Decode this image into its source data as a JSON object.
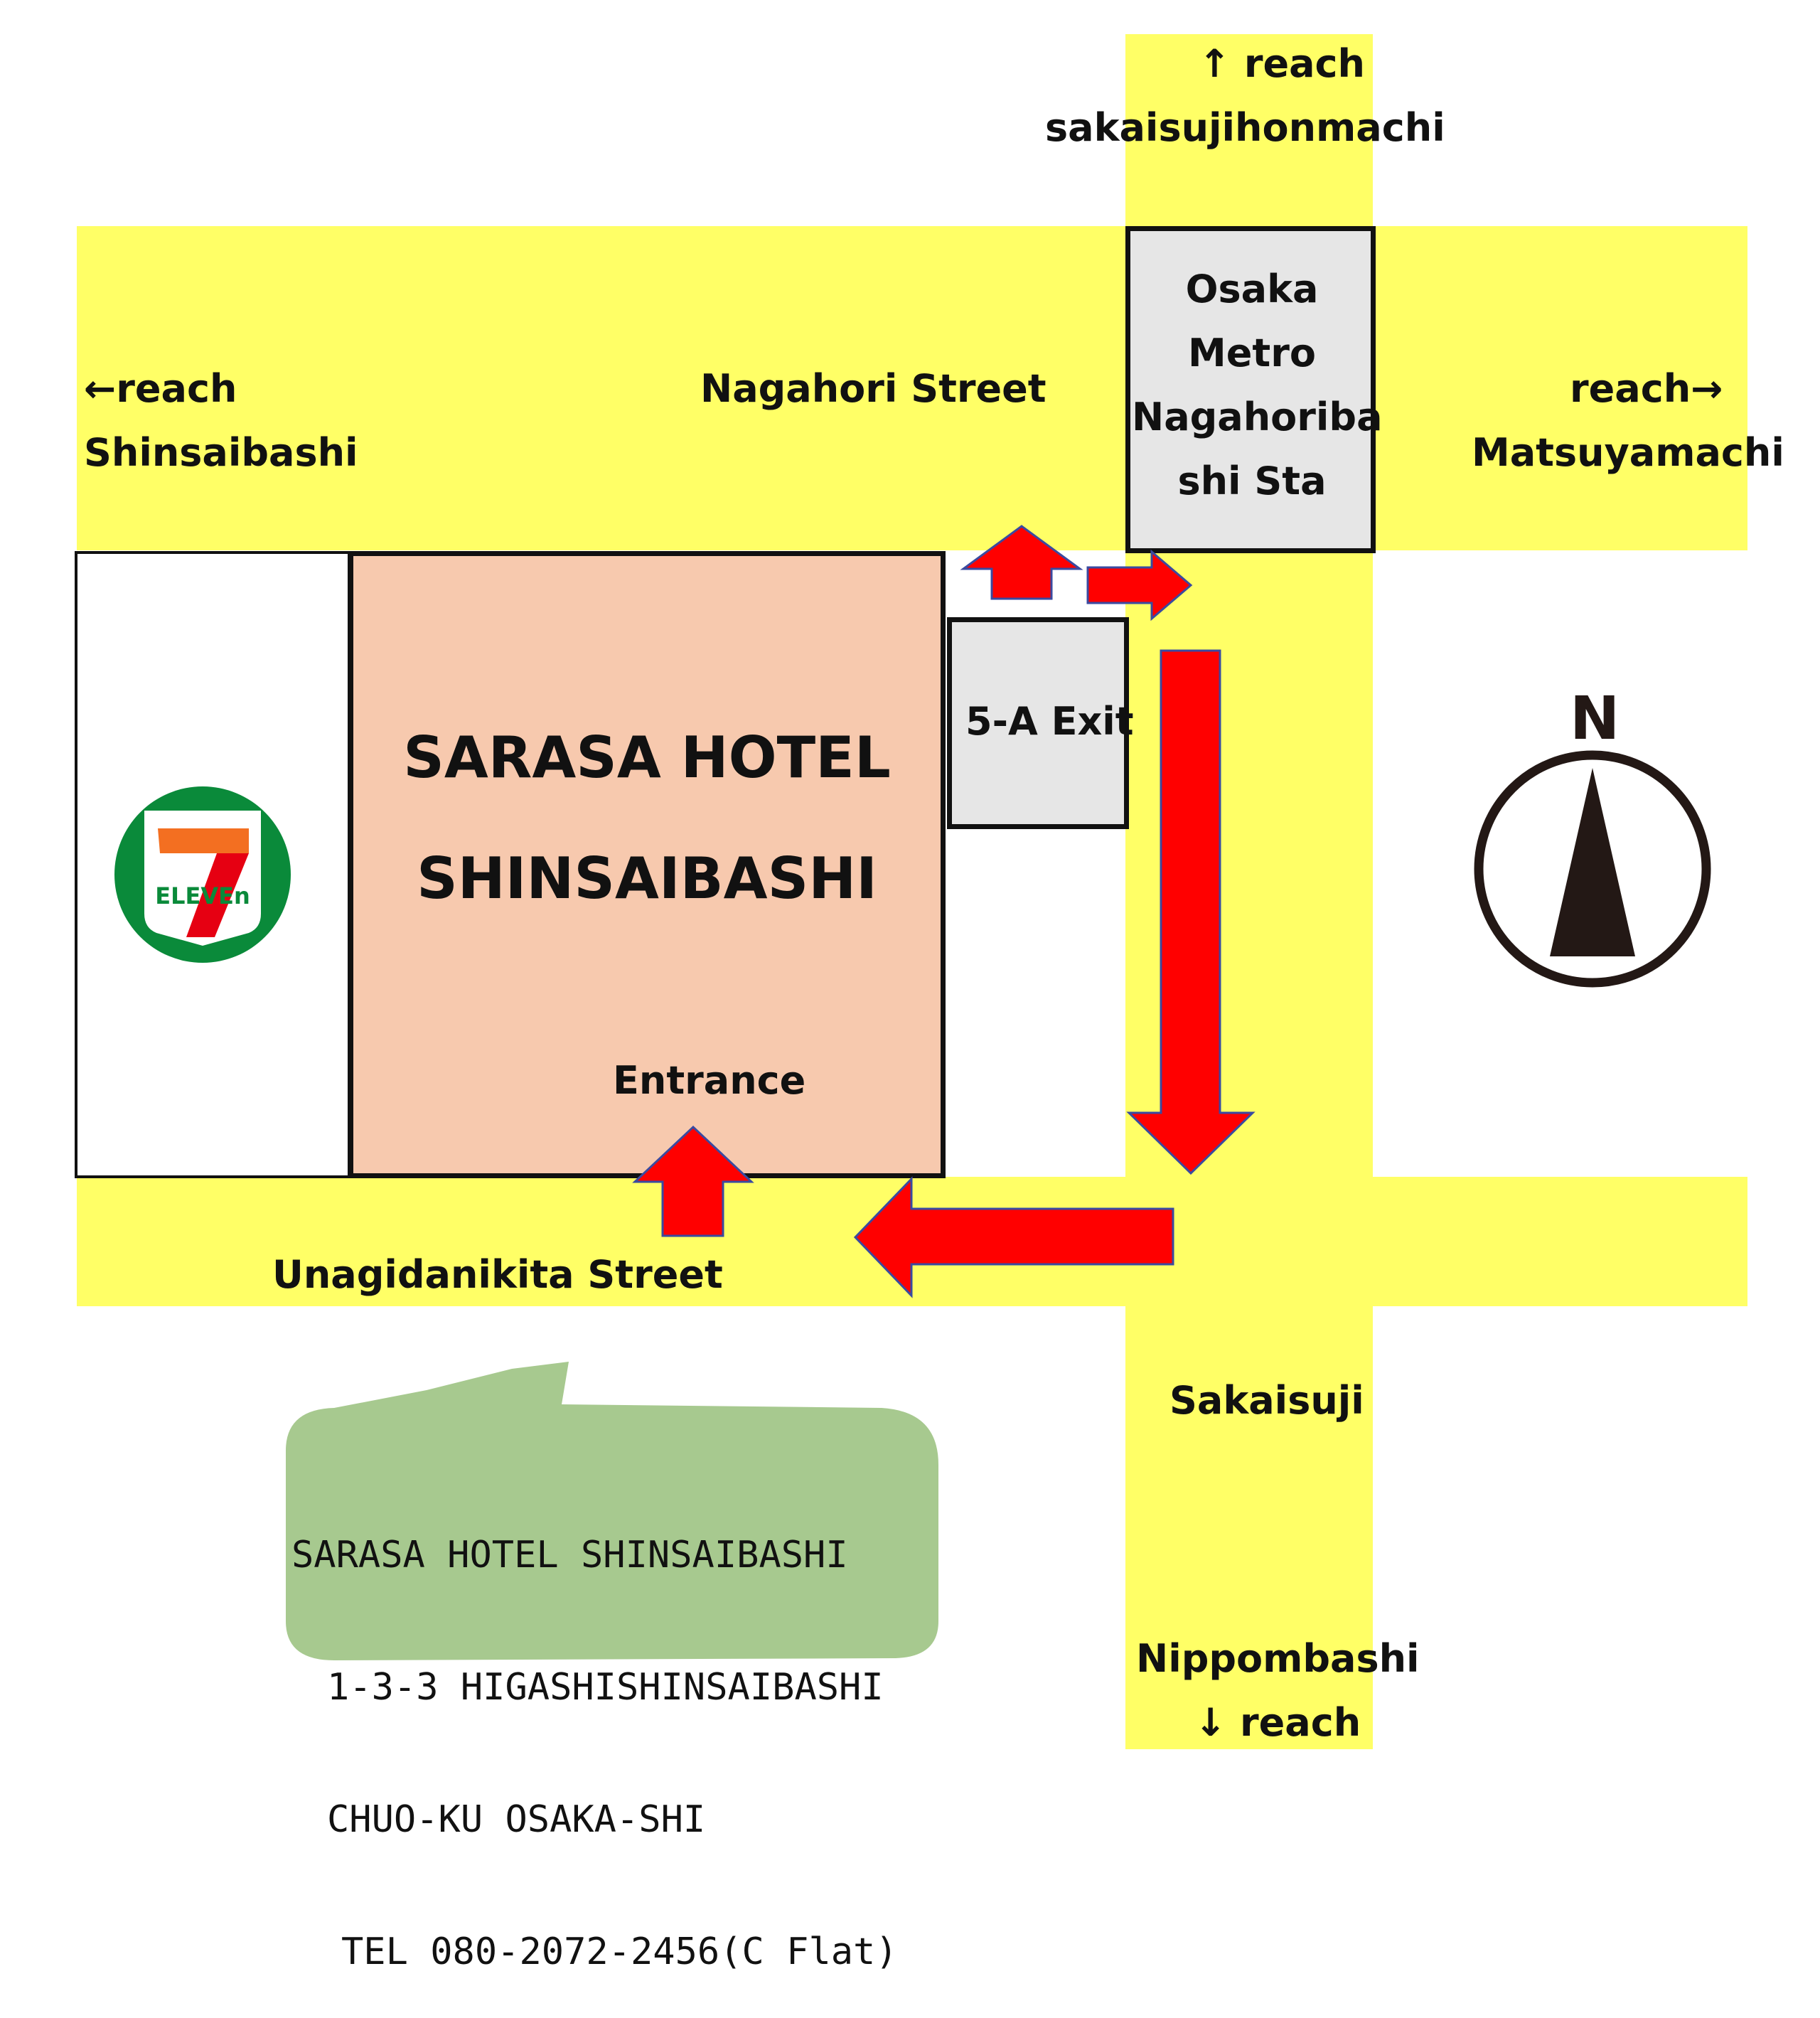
{
  "colors": {
    "road": "#ffff66",
    "hotel": "#f7c9ae",
    "station": "#e6e6e6",
    "arrow": "#ff0000",
    "arrow_outline": "#3a4aa0",
    "address_box": "#a7c98f"
  },
  "north_route": {
    "text": "↑ reach",
    "destination": "sakaisujihonmachi"
  },
  "west_route": {
    "text": "←reach",
    "destination": "Shinsaibashi"
  },
  "east_route": {
    "text": "reach→",
    "destination": "Matsuyamachi"
  },
  "south_route": {
    "destination": "Nippombashi",
    "text": "↓ reach"
  },
  "streets": {
    "nagahori": "Nagahori Street",
    "unagidanikita": "Unagidanikita Street",
    "sakaisuji": "Sakaisuji"
  },
  "station": {
    "lines": [
      "Osaka",
      "Metro",
      "Nagahoriba",
      "shi Sta"
    ]
  },
  "exit": {
    "label": "5-A Exit"
  },
  "hotel": {
    "name_line1": "SARASA HOTEL",
    "name_line2": "SHINSAIBASHI",
    "entrance": "Entrance"
  },
  "convenience_store": {
    "logo_numeral": "7",
    "logo_text": "ELEVEn"
  },
  "compass": {
    "label": "N",
    "icon": "north-arrow-icon"
  },
  "address": {
    "line1": "SARASA HOTEL SHINSAIBASHI",
    "line2": "1-3-3 HIGASHISHINSAIBASHI",
    "line3": "CHUO-KU OSAKA-SHI",
    "line4": "TEL 080-2072-2456(C Flat)"
  }
}
